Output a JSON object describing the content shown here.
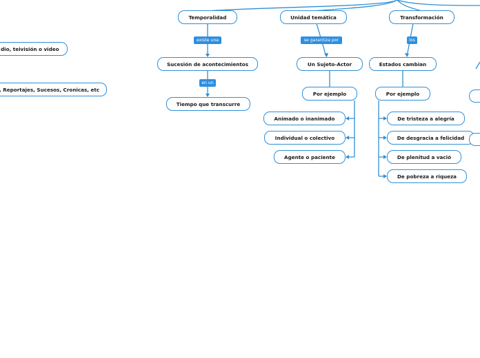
{
  "colors": {
    "line": "#2f8fd6",
    "label_bg": "#2d8fe0",
    "node_border": "#2f8fd6"
  },
  "nodes": {
    "temporalidad": "Temporalidad",
    "unidad_tematica": "Unidad temática",
    "transformacion": "Transformación",
    "sucesion": "Sucesión de acontecimientos",
    "sujeto_actor": "Un Sujeto-Actor",
    "estados_cambian": "Estados cambian",
    "tiempo": "Tiempo que transcurre",
    "por_ejemplo_1": "Por ejemplo",
    "por_ejemplo_2": "Por ejemplo",
    "animado": "Animado o inanimado",
    "individual": "Individual o colectivo",
    "agente": "Agente o paciente",
    "tristeza": "De tristeza a alegría",
    "desgracia": "De desgracia a felicidad",
    "plenitud": "De plenitud a vació",
    "pobreza": "De pobreza a riqueza",
    "radio": "dio, teivisión o video",
    "reportajes": ", Reportajes, Sucesos, Cronicas, etc"
  },
  "link_labels": {
    "existe_una": "existe una",
    "se_garantiza_por": "se garantiza por",
    "los": "los",
    "en_un": "en un"
  }
}
